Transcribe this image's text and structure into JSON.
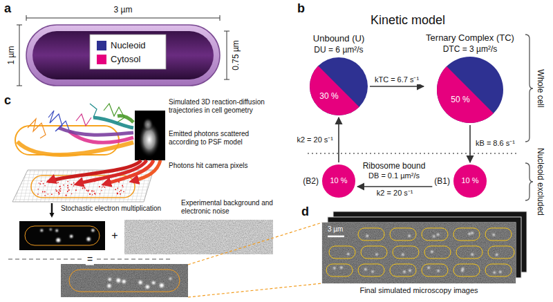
{
  "diagram": {
    "nodes": [
      {
        "text": [
          "Unbound (U)",
          "DU = 6 µm²/s",
          "30 %"
        ]
      },
      {
        "text": [
          "Ternary Complex (TC)",
          "DTC = 3 µm²/s",
          "50 %"
        ]
      },
      {
        "text": [
          "(B2)",
          "10 %"
        ]
      },
      {
        "text": [
          "(B1)",
          "10 %"
        ]
      }
    ],
    "edges": [
      {
        "from": 0,
        "to": 1,
        "arrow": "to",
        "label": "kTC = 6.7 s⁻¹"
      },
      {
        "from": 1,
        "to": 3,
        "arrow": "to",
        "label": "kB = 8.6 s⁻¹"
      },
      {
        "from": 3,
        "to": 2,
        "arrow": "to",
        "label": "k2 = 20 s⁻¹"
      },
      {
        "from": 2,
        "to": 0,
        "arrow": "to",
        "label": "k2 = 20 s⁻¹"
      }
    ],
    "labels": [
      "a",
      "3 µm",
      "1 µm",
      "0.75 µm",
      "b",
      "Kinetic model",
      "Ribosome bound",
      "DB = 0.1 µm²/s",
      "Whole cell",
      "Nucleoid excluded",
      "c",
      "Simulated 3D reaction-diffusion trajectories in cell geometry",
      "Emitted photons scattered according to PSF model",
      "Photons hit camera pixels",
      "Stochastic electron multiplication",
      "Experimental background and electronic noise",
      "+",
      "=",
      "d",
      "3 µm",
      "Final simulated microscopy images"
    ],
    "legend": [
      {
        "text": "Nucleoid",
        "color": "#2e3192"
      },
      {
        "text": "Cytosol",
        "color": "#e6007e"
      }
    ]
  }
}
